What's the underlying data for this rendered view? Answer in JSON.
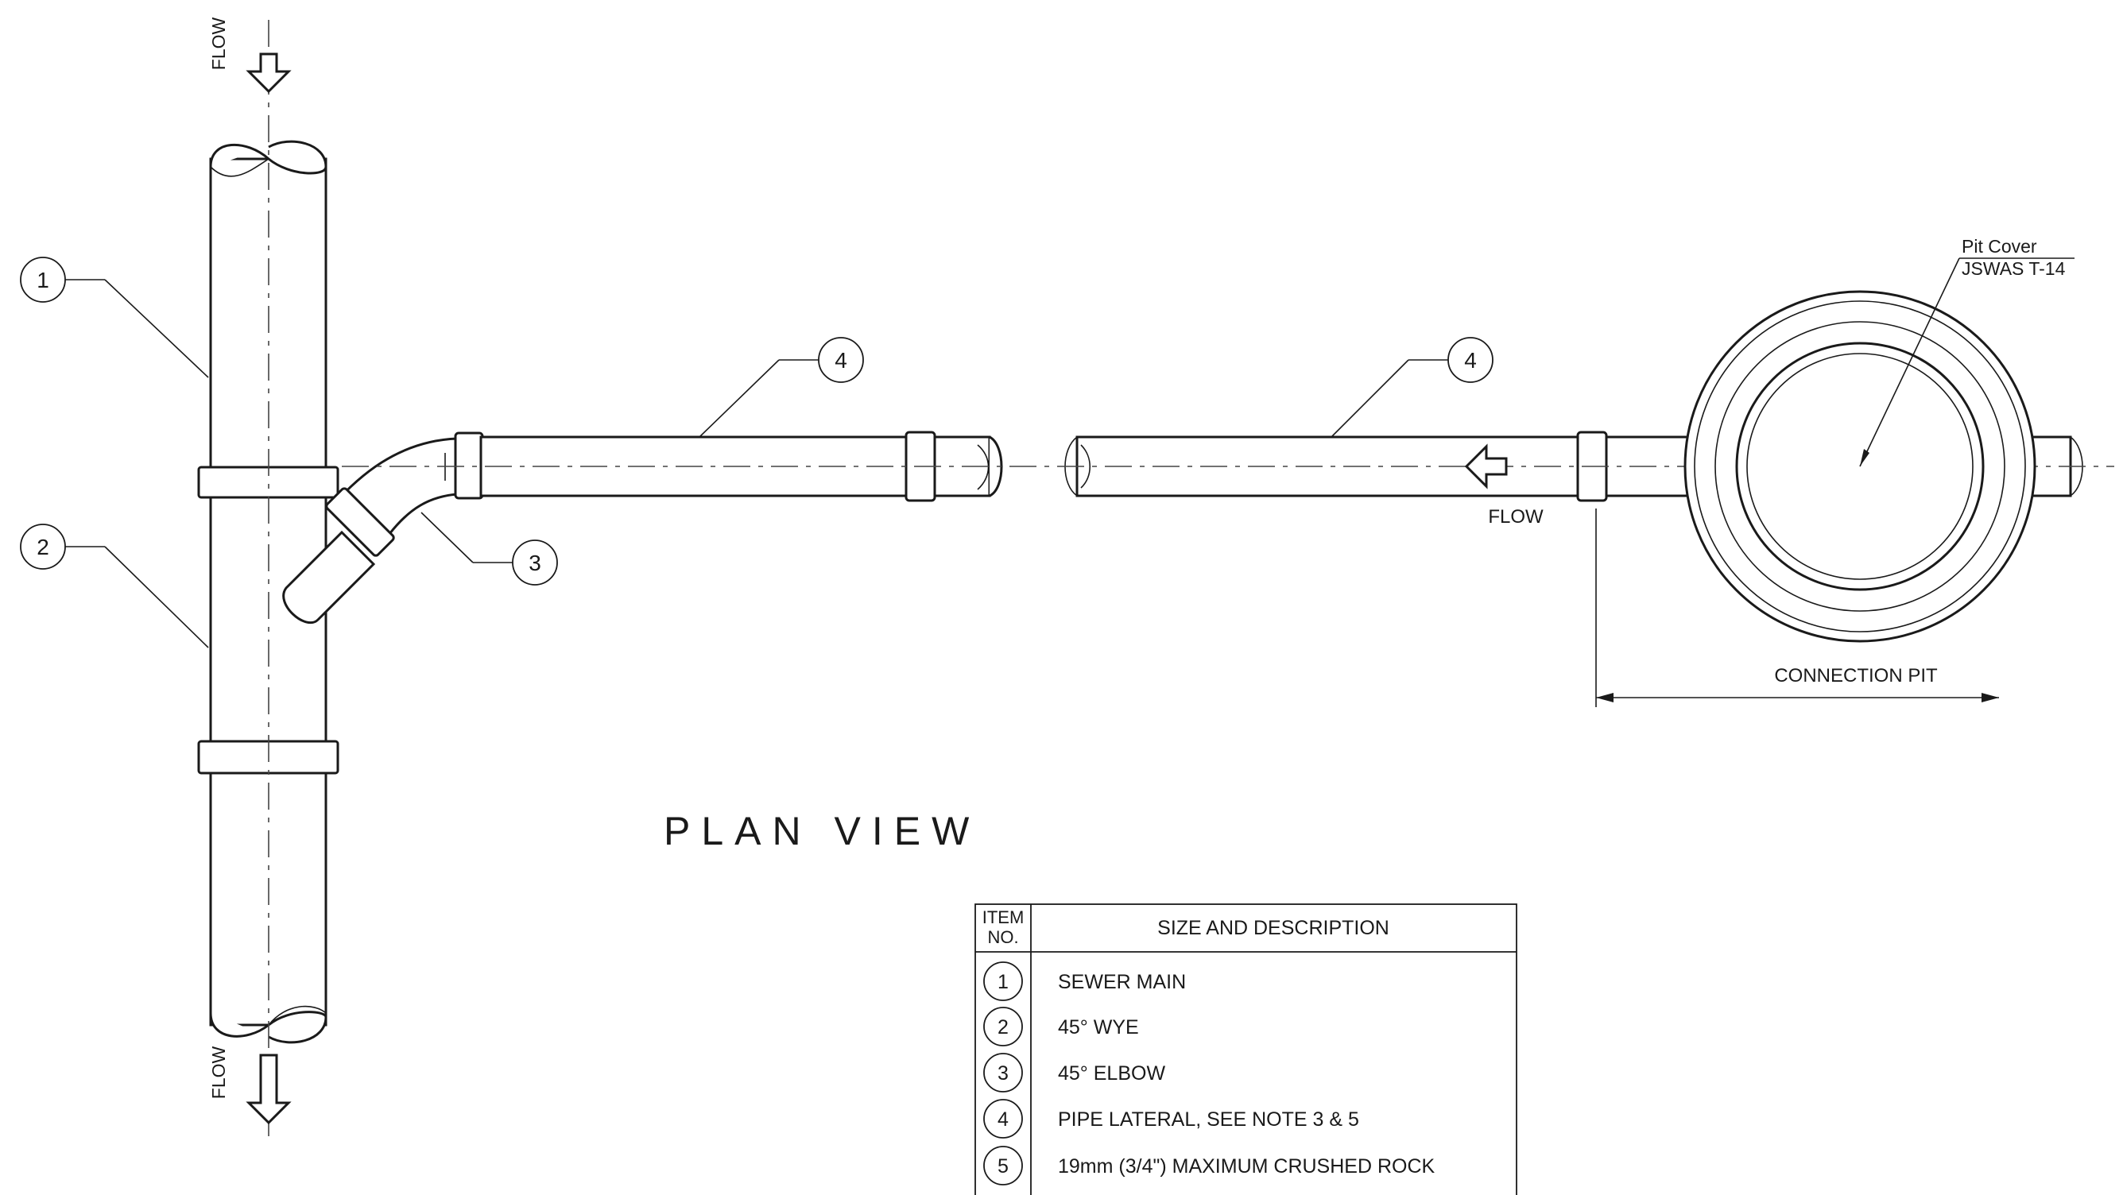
{
  "flow_labels": {
    "top": "FLOW",
    "bottom": "FLOW",
    "lateral": "FLOW"
  },
  "callouts": [
    "1",
    "2",
    "3",
    "4",
    "4"
  ],
  "pit_cover": {
    "line1": "Pit Cover",
    "line2": "JSWAS T-14"
  },
  "connection_pit_label": "CONNECTION PIT",
  "view_title": "PLAN VIEW",
  "legend": {
    "header_item_line1": "ITEM",
    "header_item_line2": "NO.",
    "header_desc": "SIZE AND DESCRIPTION",
    "rows": [
      {
        "no": "1",
        "desc": "SEWER MAIN"
      },
      {
        "no": "2",
        "desc": "45° WYE"
      },
      {
        "no": "3",
        "desc": "45° ELBOW"
      },
      {
        "no": "4",
        "desc": "PIPE LATERAL, SEE NOTE 3 & 5"
      },
      {
        "no": "5",
        "desc": "19mm (3/4\") MAXIMUM CRUSHED ROCK"
      }
    ]
  }
}
